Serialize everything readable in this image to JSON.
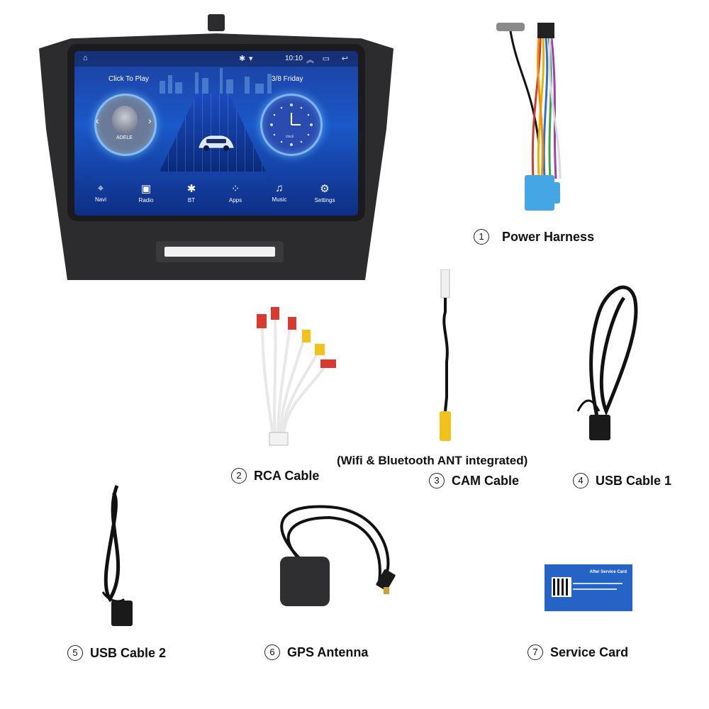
{
  "head_unit": {
    "status_time": "10:10",
    "music_widget_label": "Click To Play",
    "album_text": "ADELE",
    "date_label": "3/8 Friday",
    "clock_brand": "clock",
    "dock": [
      {
        "label": "Navi",
        "icon": "location-pin-icon"
      },
      {
        "label": "Radio",
        "icon": "radio-icon"
      },
      {
        "label": "BT",
        "icon": "bluetooth-icon"
      },
      {
        "label": "Apps",
        "icon": "apps-grid-icon"
      },
      {
        "label": "Music",
        "icon": "music-note-icon"
      },
      {
        "label": "Settings",
        "icon": "gear-icon"
      }
    ]
  },
  "items": {
    "power_harness": {
      "num": "1",
      "label": "Power Harness"
    },
    "rca_cable": {
      "num": "2",
      "label": "RCA Cable"
    },
    "ant_note": "(Wifi & Bluetooth ANT integrated)",
    "cam_cable": {
      "num": "3",
      "label": "CAM Cable"
    },
    "usb_cable_1": {
      "num": "4",
      "label": "USB Cable 1"
    },
    "usb_cable_2": {
      "num": "5",
      "label": "USB Cable 2"
    },
    "gps_antenna": {
      "num": "6",
      "label": "GPS Antenna"
    },
    "service_card": {
      "num": "7",
      "label": "Service Card",
      "card_title": "After Service Card"
    }
  },
  "colors": {
    "bezel": "#2c2c2e",
    "screen_blue": "#1b58c9",
    "harness_blue": "#45a6e6",
    "rca_red": "#d93a2f",
    "rca_yellow": "#f1c21b",
    "card_blue": "#2563c6"
  }
}
